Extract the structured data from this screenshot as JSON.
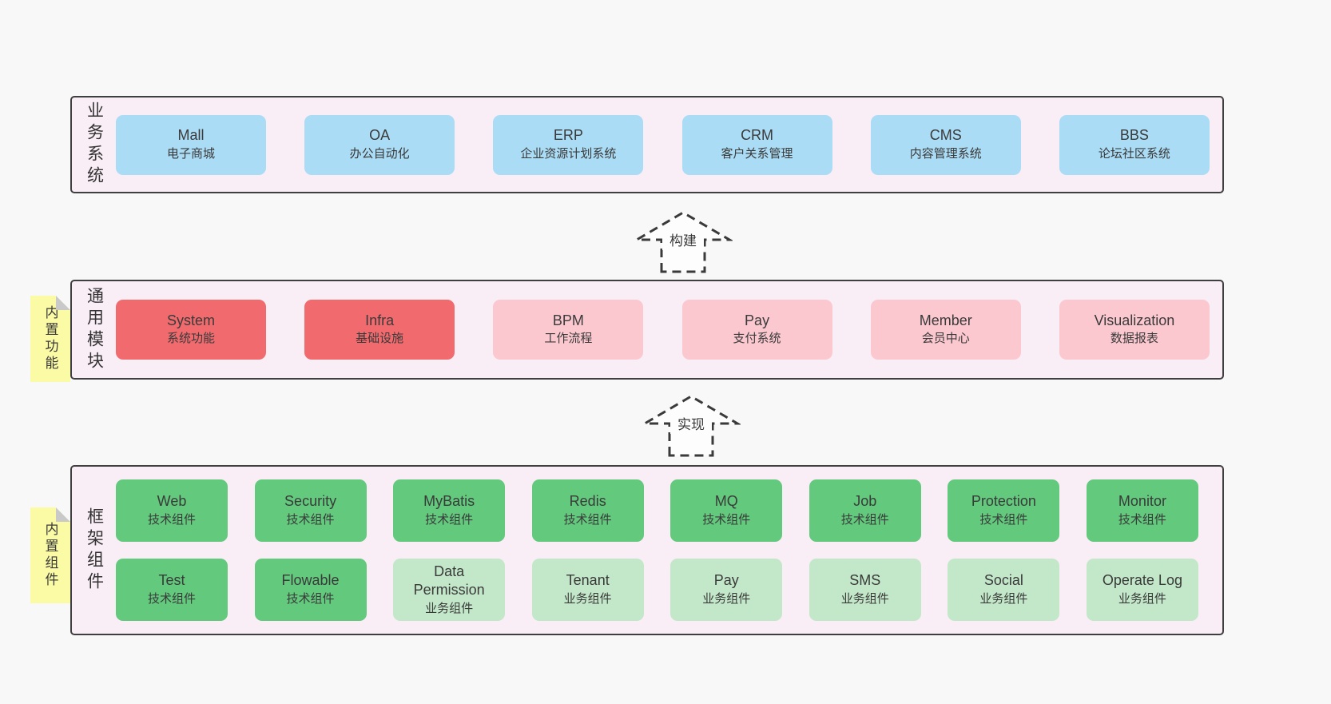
{
  "colors": {
    "page-bg": "#f8f8f8",
    "layer-bg": "#f9edf6",
    "layer-border": "#3f3f3f",
    "box-blue": "#abdcf5",
    "box-red": "#f16b6e",
    "box-pink": "#fbc8d0",
    "box-green": "#62c97d",
    "box-lightgreen": "#c3e8c9",
    "note-yellow": "#fbfaa5",
    "note-fold": "#c9c9c9",
    "text": "#3a3a3a"
  },
  "layers": [
    {
      "label": "业务系统",
      "boxes": [
        {
          "title": "Mall",
          "subtitle": "电子商城",
          "type": "blue"
        },
        {
          "title": "OA",
          "subtitle": "办公自动化",
          "type": "blue"
        },
        {
          "title": "ERP",
          "subtitle": "企业资源计划系统",
          "type": "blue"
        },
        {
          "title": "CRM",
          "subtitle": "客户关系管理",
          "type": "blue"
        },
        {
          "title": "CMS",
          "subtitle": "内容管理系统",
          "type": "blue"
        },
        {
          "title": "BBS",
          "subtitle": "论坛社区系统",
          "type": "blue"
        }
      ]
    },
    {
      "label": "通用模块",
      "boxes": [
        {
          "title": "System",
          "subtitle": "系统功能",
          "type": "red"
        },
        {
          "title": "Infra",
          "subtitle": "基础设施",
          "type": "red"
        },
        {
          "title": "BPM",
          "subtitle": "工作流程",
          "type": "pink"
        },
        {
          "title": "Pay",
          "subtitle": "支付系统",
          "type": "pink"
        },
        {
          "title": "Member",
          "subtitle": "会员中心",
          "type": "pink"
        },
        {
          "title": "Visualization",
          "subtitle": "数据报表",
          "type": "pink"
        }
      ]
    },
    {
      "label": "框架组件",
      "rows": [
        [
          {
            "title": "Web",
            "subtitle": "技术组件",
            "type": "green"
          },
          {
            "title": "Security",
            "subtitle": "技术组件",
            "type": "green"
          },
          {
            "title": "MyBatis",
            "subtitle": "技术组件",
            "type": "green"
          },
          {
            "title": "Redis",
            "subtitle": "技术组件",
            "type": "green"
          },
          {
            "title": "MQ",
            "subtitle": "技术组件",
            "type": "green"
          },
          {
            "title": "Job",
            "subtitle": "技术组件",
            "type": "green"
          },
          {
            "title": "Protection",
            "subtitle": "技术组件",
            "type": "green"
          },
          {
            "title": "Monitor",
            "subtitle": "技术组件",
            "type": "green"
          }
        ],
        [
          {
            "title": "Test",
            "subtitle": "技术组件",
            "type": "green"
          },
          {
            "title": "Flowable",
            "subtitle": "技术组件",
            "type": "green"
          },
          {
            "title": "Data Permission",
            "subtitle": "业务组件",
            "type": "lightgreen"
          },
          {
            "title": "Tenant",
            "subtitle": "业务组件",
            "type": "lightgreen"
          },
          {
            "title": "Pay",
            "subtitle": "业务组件",
            "type": "lightgreen"
          },
          {
            "title": "SMS",
            "subtitle": "业务组件",
            "type": "lightgreen"
          },
          {
            "title": "Social",
            "subtitle": "业务组件",
            "type": "lightgreen"
          },
          {
            "title": "Operate Log",
            "subtitle": "业务组件",
            "type": "lightgreen"
          }
        ]
      ]
    }
  ],
  "arrows": [
    {
      "label": "构建"
    },
    {
      "label": "实现"
    }
  ],
  "notes": [
    {
      "text": "内置功能"
    },
    {
      "text": "内置组件"
    }
  ]
}
